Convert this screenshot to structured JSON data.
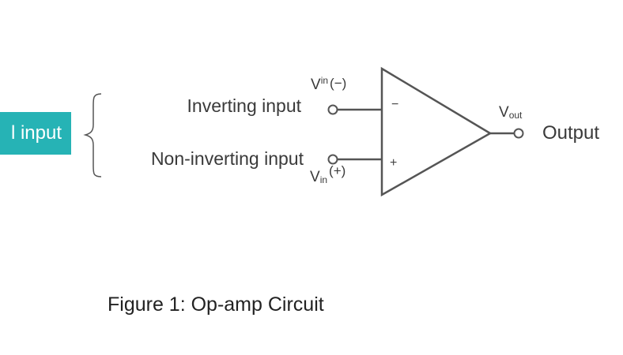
{
  "diagram": {
    "left_tag": "l input",
    "inverting_label": "Inverting input",
    "noninverting_label": "Non-inverting input",
    "output_label": "Output",
    "vin_minus": {
      "base": "V",
      "sub": "in",
      "sign": "(−)"
    },
    "vin_plus": {
      "base": "V",
      "sub": "in",
      "sign": "(+)"
    },
    "vout": {
      "base": "V",
      "sub": "out"
    },
    "minus_pin": "−",
    "plus_pin": "+",
    "caption": "Figure 1: Op-amp Circuit"
  },
  "colors": {
    "tag_bg": "#26b3b5",
    "line": "#555555"
  }
}
